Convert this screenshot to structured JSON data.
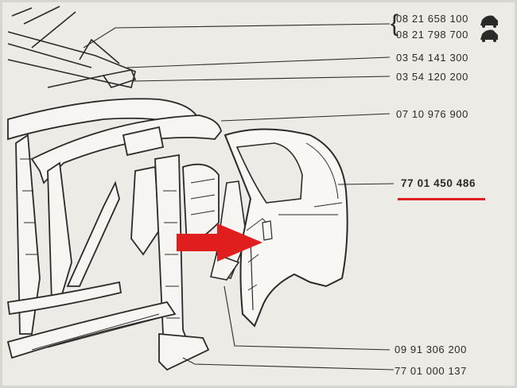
{
  "part_numbers": [
    {
      "label": "08 21 658 100"
    },
    {
      "label": "08 21 798 700"
    },
    {
      "label": "03 54 141 300"
    },
    {
      "label": "03 54 120 200"
    },
    {
      "label": "07 10 976 900"
    },
    {
      "label": "77 01 450 486"
    },
    {
      "label": "09 91 306 200"
    },
    {
      "label": "77 01 000 137"
    }
  ],
  "highlight_color": "#e01e1e",
  "icons": [
    "car-rear-view-icon",
    "car-rear-view-icon"
  ]
}
